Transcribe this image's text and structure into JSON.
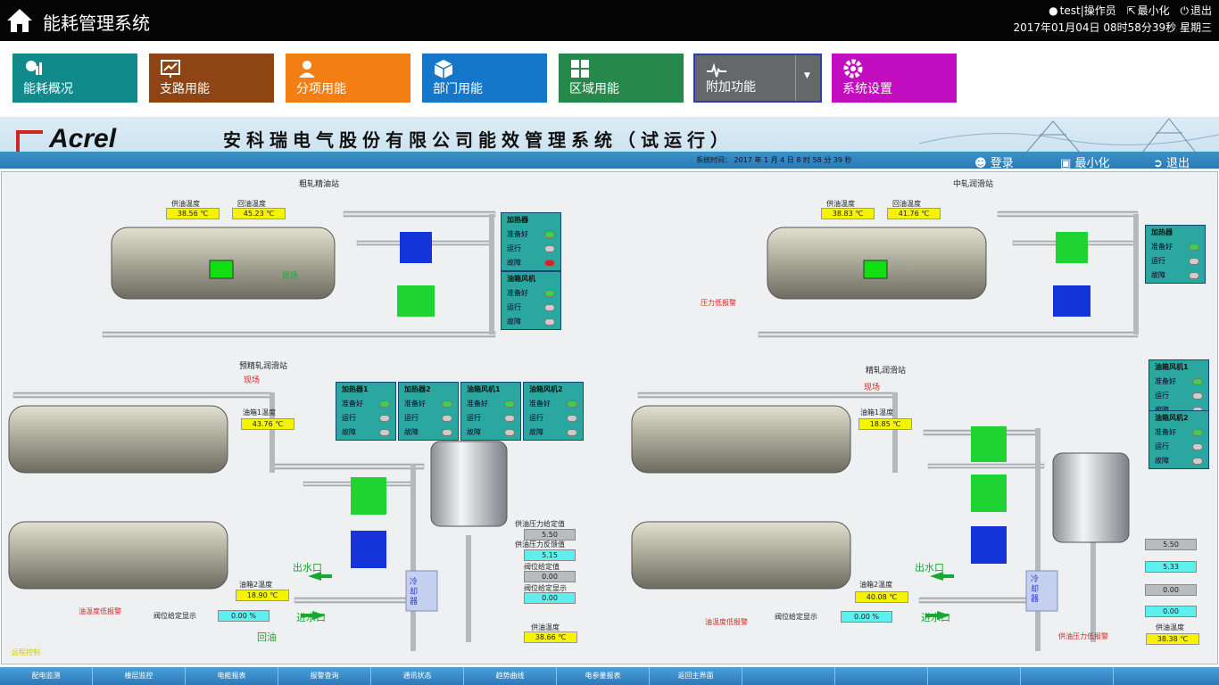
{
  "app": {
    "title": "能耗管理系统"
  },
  "header": {
    "user": "test|操作员",
    "minimize": "最小化",
    "logout": "退出",
    "datetime": "2017年01月04日 08时58分39秒 星期三"
  },
  "nav": [
    {
      "label": "能耗概况",
      "color": "#118a8c"
    },
    {
      "label": "支路用能",
      "color": "#8e4515"
    },
    {
      "label": "分项用能",
      "color": "#f37e14"
    },
    {
      "label": "部门用能",
      "color": "#1577c9"
    },
    {
      "label": "区域用能",
      "color": "#27884b"
    },
    {
      "label": "附加功能",
      "color": "#666769"
    },
    {
      "label": "系统设置",
      "color": "#c20ec0"
    }
  ],
  "banner": {
    "brand": "Acrel",
    "title": "安科瑞电气股份有限公司能效管理系统（试运行）",
    "time_label": "系统时间：",
    "time": "2017 年 1 月 4 日 8 时 58 分 39 秒",
    "login": "登录",
    "minimize": "最小化",
    "exit": "退出"
  },
  "stations": {
    "s1": {
      "title": "粗轧精油站",
      "supply_temp_label": "供油温度",
      "supply_temp": "38.56 ℃",
      "return_temp_label": "回油温度",
      "return_temp": "45.23 ℃",
      "tag": "现场"
    },
    "s2": {
      "title": "中轧润滑站",
      "supply_temp_label": "供油温度",
      "supply_temp": "38.83 ℃",
      "return_temp_label": "回油温度",
      "return_temp": "41.76 ℃",
      "alarm": "压力低报警"
    },
    "s3": {
      "title": "预精轧润滑站",
      "mode": "现场",
      "oil_temp_label": "油箱1温度",
      "oil_temp": "43.76 ℃",
      "oil_temp2_label": "油箱2温度",
      "oil_temp2": "18.90 ℃",
      "alarm": "油温度低报警",
      "out": "出水口",
      "in": "进水口",
      "ret": "回油",
      "cool": "冷却器",
      "p_label": "供油压力给定值",
      "p_val": "5.50",
      "p_label2": "供油压力反馈值",
      "p_val2": "5.15",
      "v_label": "阀位给定值",
      "v_val": "0.00",
      "v_label2": "阀位给定显示",
      "v_val2": "0.00",
      "valve_label": "阀位给定显示",
      "valve": "0.00 %",
      "sup_label": "供油温度",
      "sup": "38.66 ℃",
      "note": "远程控制"
    },
    "s4": {
      "title": "精轧润滑站",
      "mode": "现场",
      "oil_temp_label": "油箱1温度",
      "oil_temp": "18.85 ℃",
      "oil_temp2_label": "油箱2温度",
      "oil_temp2": "40.08 ℃",
      "alarm": "油温度低报警",
      "alarm2": "供油压力低报警",
      "out": "出水口",
      "in": "进水口",
      "cool": "冷却器",
      "p_val": "5.50",
      "p_val2": "5.33",
      "v_val": "0.00",
      "v_val2": "0.00",
      "valve_label": "阀位给定显示",
      "valve": "0.00 %",
      "sup_label": "供油温度",
      "sup": "38.38 ℃"
    }
  },
  "status_panels": {
    "heater": "加热器",
    "fan": "油箱风机",
    "fan1": "油箱风机1",
    "fan2": "油箱风机2",
    "heater1": "加热器1",
    "heater2": "加热器2",
    "ready": "准备好",
    "run": "运行",
    "fault": "故障"
  },
  "bottom": [
    "配电监测",
    "楼层监控",
    "电能报表",
    "报警查询",
    "通讯状态",
    "趋势曲线",
    "电参量报表",
    "返回主界面",
    "",
    "",
    "",
    "",
    ""
  ]
}
